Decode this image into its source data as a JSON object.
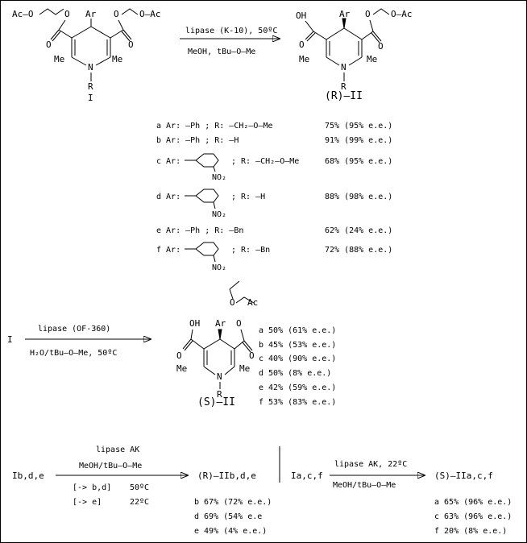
{
  "scheme1": {
    "sm_ester_left": "Ac—O",
    "sm_ester_right": "O—Ac",
    "ar": "Ar",
    "me": "Me",
    "n": "N",
    "r": "R",
    "compound_I": "I",
    "cond1": "lipase (K-10), 50ºC",
    "cond2": "MeOH, tBu—O—Me",
    "prod_oh": "OH",
    "prod_label": "(R)—II",
    "rows": [
      {
        "label": "a Ar: —Ph ; R: —CH₂—O—Me",
        "yield": "75% (95% e.e.)"
      },
      {
        "label": "b Ar: —Ph ; R: —H",
        "yield": "91% (99% e.e.)"
      },
      {
        "label": "c Ar:",
        "r": "; R: —CH₂—O—Me",
        "yield": "68% (95% e.e.)"
      },
      {
        "label": "d Ar:",
        "r": "; R: —H",
        "yield": "88% (98% e.e.)"
      },
      {
        "label": "e Ar: —Ph ; R: —Bn",
        "yield": "62% (24% e.e.)"
      },
      {
        "label": "f Ar:",
        "r": "; R: —Bn",
        "yield": "72% (88% e.e.)"
      }
    ],
    "no2": "NO₂"
  },
  "scheme2": {
    "start": "I",
    "cond1": "lipase (OF-360)",
    "cond2": "H₂O/tBu—O—Me, 50ºC",
    "prod_label": "(S)—II",
    "yields": [
      "a 50% (61% e.e.)",
      "b 45% (53% e.e.)",
      "c 40% (90% e.e.)",
      "d 50% (8% e.e.)",
      "e 42% (59% e.e.)",
      "f 53% (83% e.e.)"
    ]
  },
  "scheme3": {
    "start": "Ib,d,e",
    "cond1": "lipase AK",
    "cond2": "MeOH/tBu—O—Me",
    "cond3a": "[-> b,d]",
    "cond3a_t": "50ºC",
    "cond3b": "[-> e]",
    "cond3b_t": "22ºC",
    "product": "(R)—IIb,d,e",
    "yields": [
      "b 67% (72% e.e.)",
      "d 69% (54% e.e",
      "e 49% (4% e.e.)"
    ]
  },
  "scheme4": {
    "start": "Ia,c,f",
    "cond1": "lipase AK, 22ºC",
    "cond2": "MeOH/tBu—O—Me",
    "product": "(S)—IIa,c,f",
    "yields": [
      "a 65% (96% e.e.)",
      "c 63% (96% e.e.)",
      "f 20% (8% e.e.)"
    ]
  }
}
